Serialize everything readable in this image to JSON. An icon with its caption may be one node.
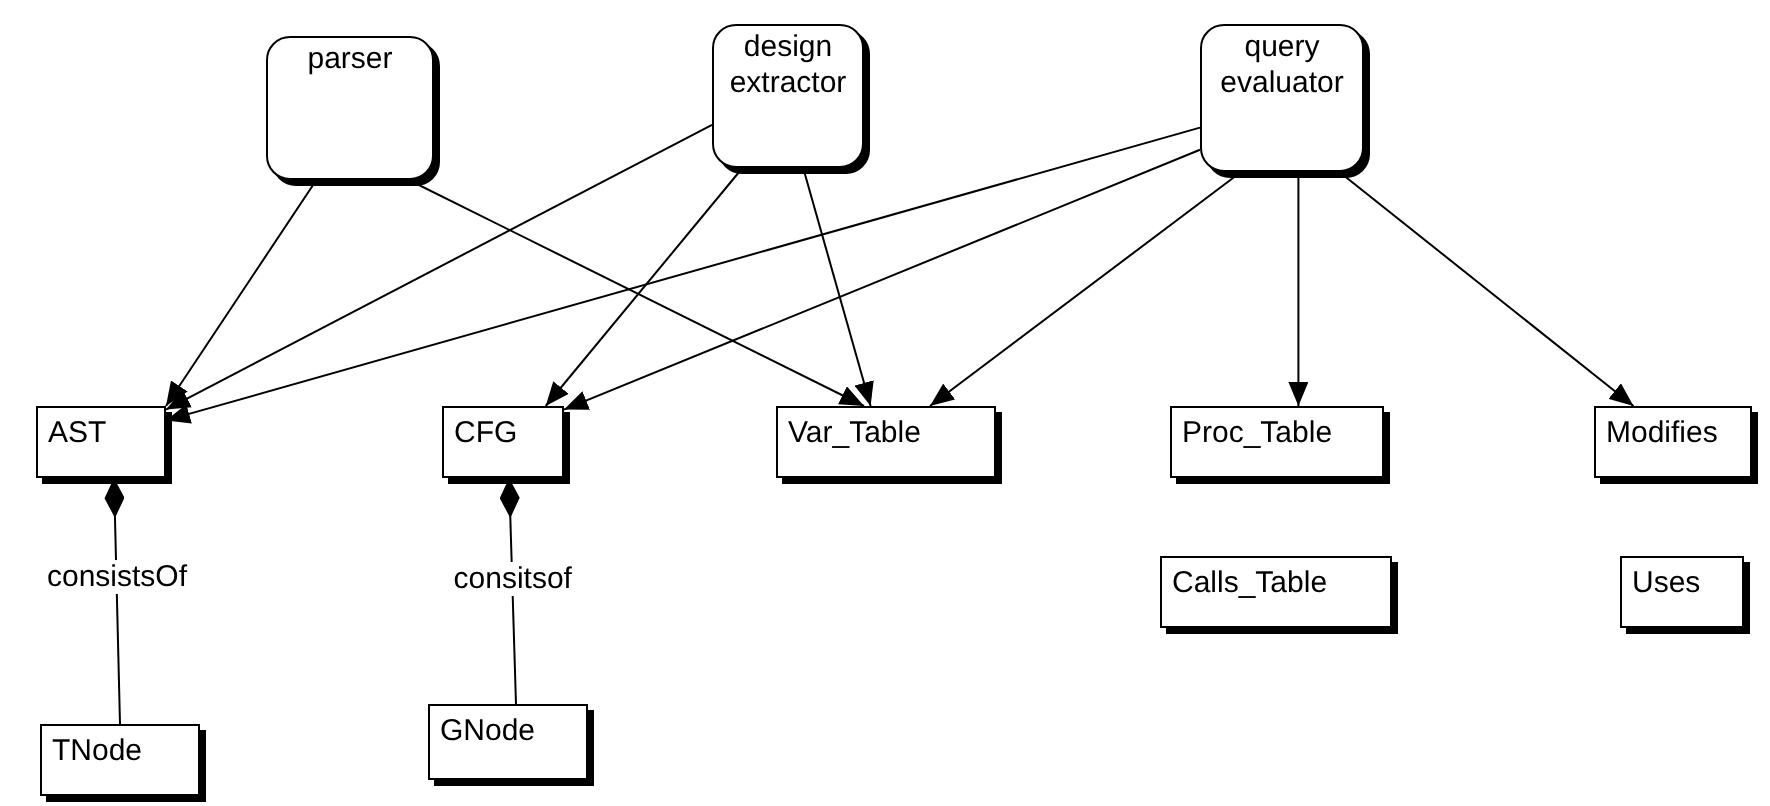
{
  "diagram": {
    "nodes": [
      {
        "text": [
          "parser"
        ]
      },
      {
        "text": [
          "design extractor"
        ]
      },
      {
        "text": [
          "query evaluator"
        ]
      },
      {
        "text": [
          "AST"
        ]
      },
      {
        "text": [
          "CFG"
        ]
      },
      {
        "text": [
          "Var_Table"
        ]
      },
      {
        "text": [
          "Proc_Table"
        ]
      },
      {
        "text": [
          "Modifies"
        ]
      },
      {
        "text": [
          "Calls_Table"
        ]
      },
      {
        "text": [
          "Uses"
        ]
      },
      {
        "text": [
          "TNode"
        ]
      },
      {
        "text": [
          "GNode"
        ]
      }
    ],
    "edges": [
      {
        "from": 0,
        "to": 3,
        "arrow": "to"
      },
      {
        "from": 0,
        "to": 5,
        "arrow": "to"
      },
      {
        "from": 1,
        "to": 3,
        "arrow": "to"
      },
      {
        "from": 1,
        "to": 4,
        "arrow": "to"
      },
      {
        "from": 1,
        "to": 5,
        "arrow": "to"
      },
      {
        "from": 2,
        "to": 3,
        "arrow": "to"
      },
      {
        "from": 2,
        "to": 4,
        "arrow": "to"
      },
      {
        "from": 2,
        "to": 5,
        "arrow": "to"
      },
      {
        "from": 2,
        "to": 6,
        "arrow": "to"
      },
      {
        "from": 2,
        "to": 7,
        "arrow": "to"
      },
      {
        "from": 3,
        "to": 10,
        "arrow": "other",
        "label": "consistsOf"
      },
      {
        "from": 4,
        "to": 11,
        "arrow": "other",
        "label": "consitsof"
      }
    ]
  }
}
